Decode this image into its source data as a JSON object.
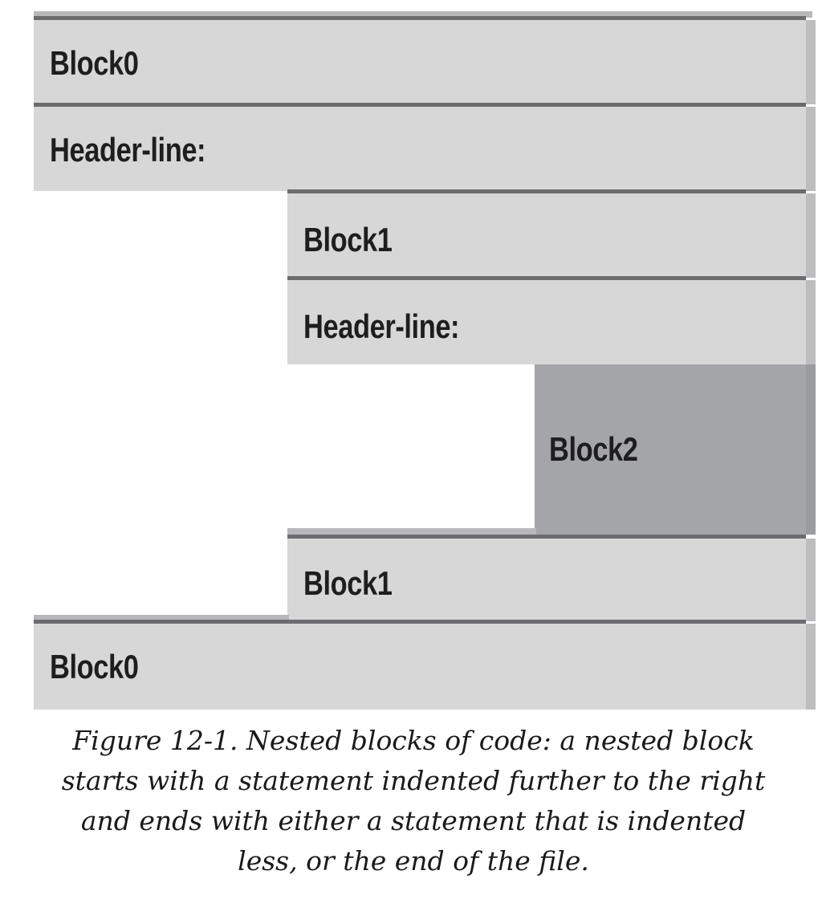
{
  "diagram": {
    "blocks": [
      {
        "id": "block0_top",
        "label": "Block0"
      },
      {
        "id": "header0",
        "label": "Header-line:"
      },
      {
        "id": "block1_top",
        "label": "Block1"
      },
      {
        "id": "header1",
        "label": "Header-line:"
      },
      {
        "id": "block2",
        "label": "Block2"
      },
      {
        "id": "block1_bottom",
        "label": "Block1"
      },
      {
        "id": "block0_bottom",
        "label": "Block0"
      }
    ]
  },
  "caption": "Figure 12-1. Nested blocks of code: a nested block starts with a statement indented further to the right and ends with either a statement that is indented less, or the end of the file."
}
